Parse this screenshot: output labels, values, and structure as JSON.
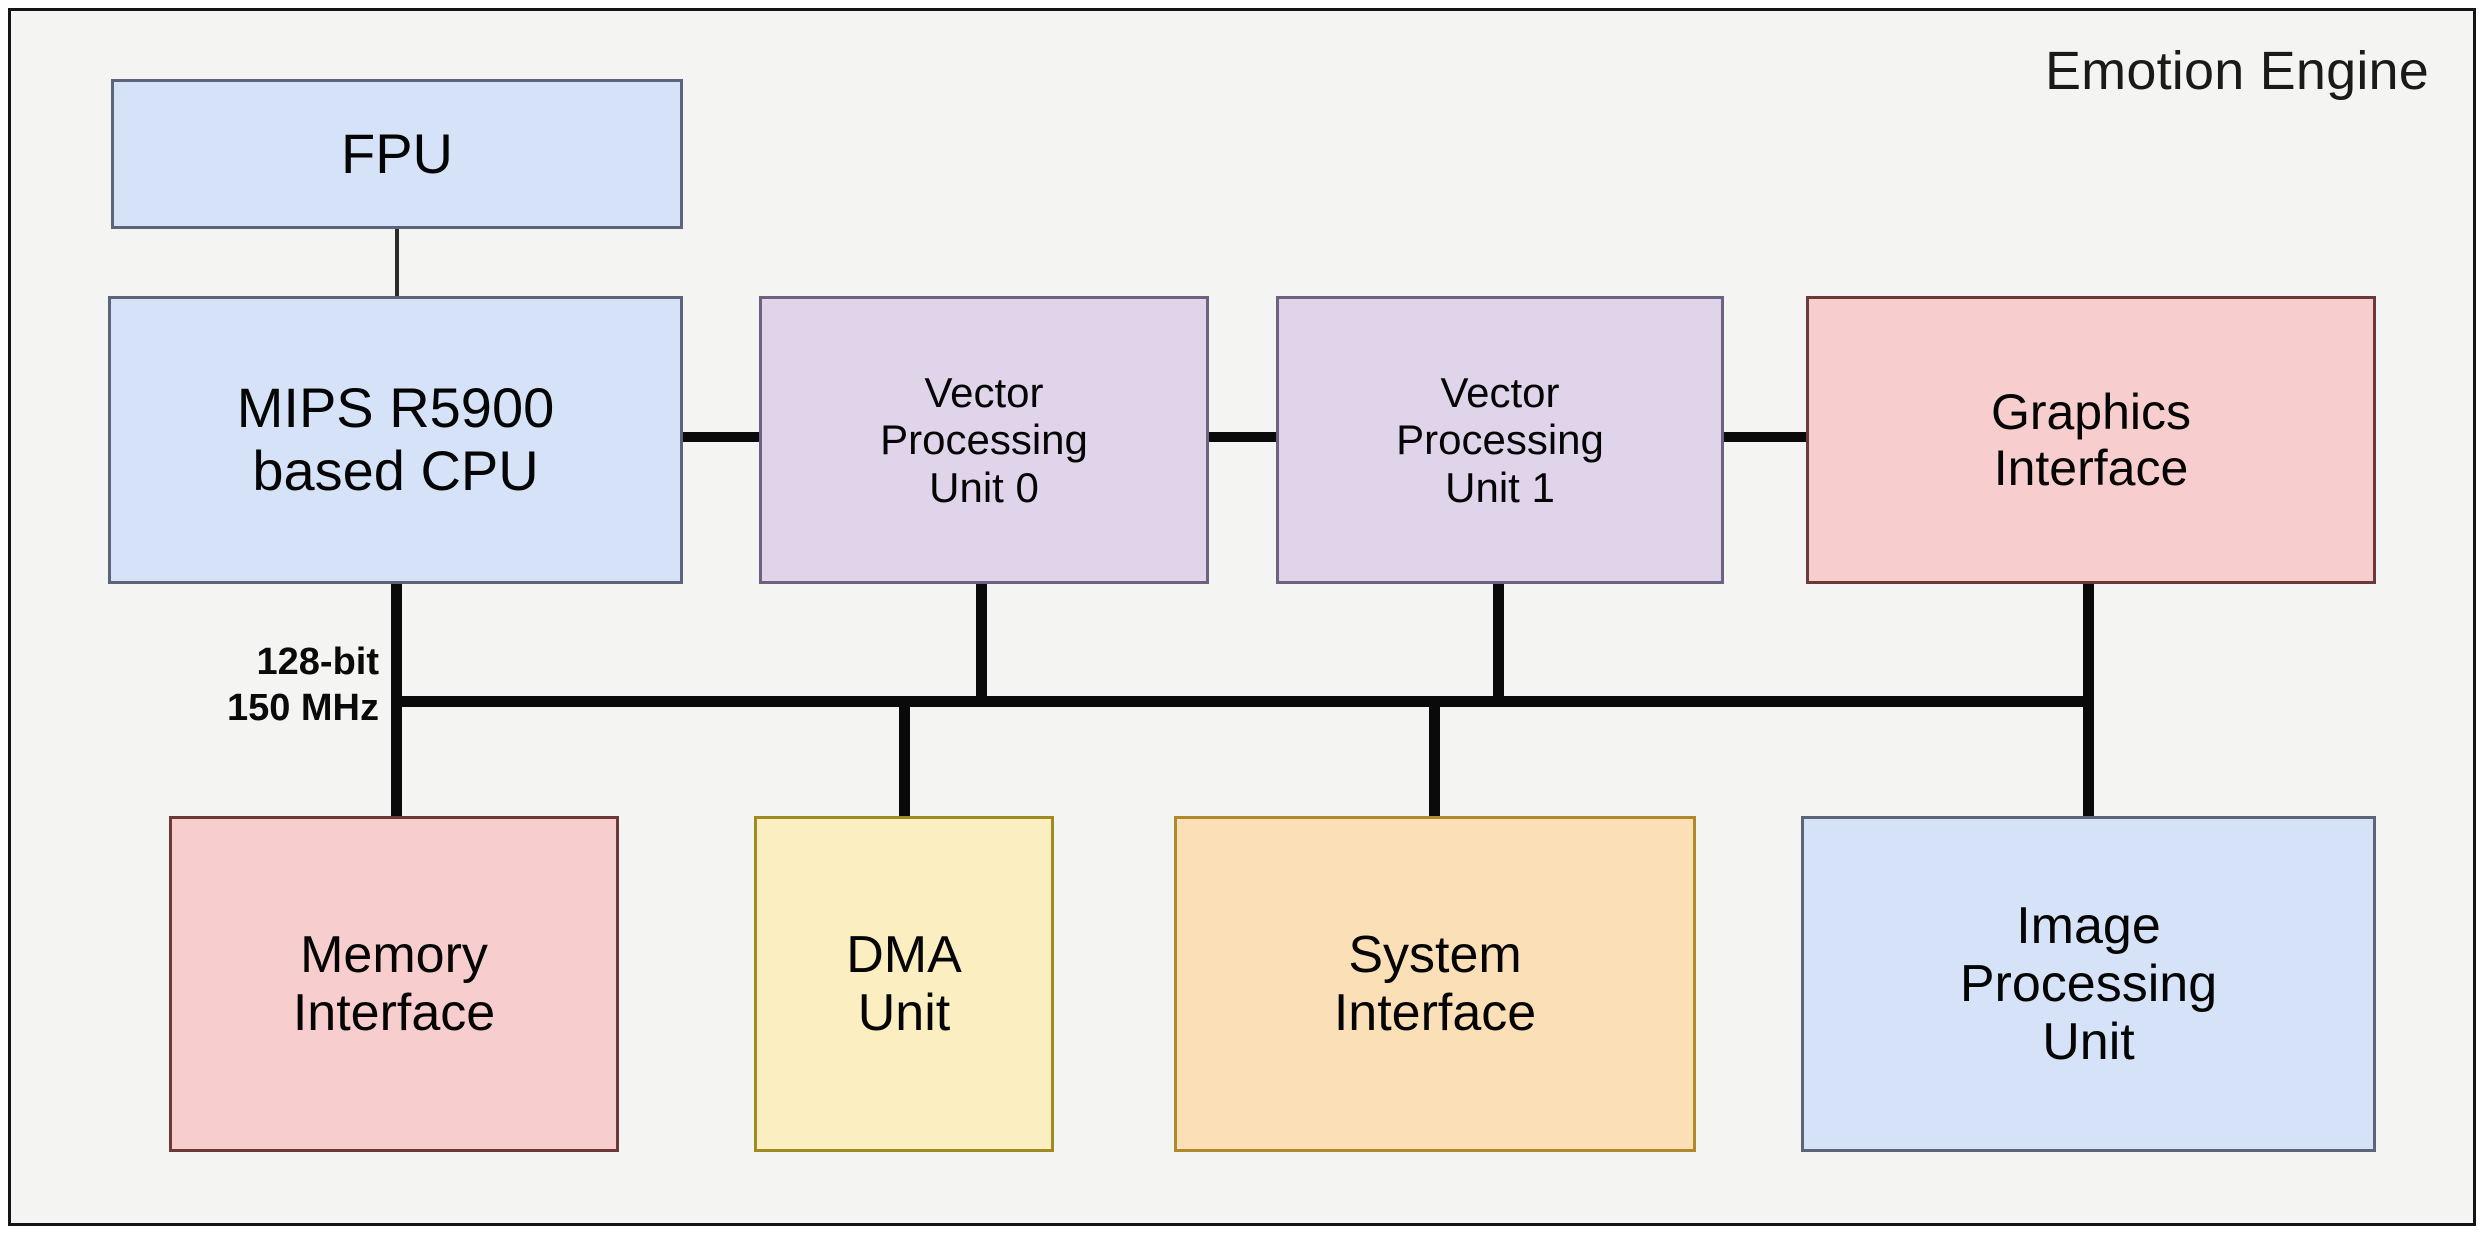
{
  "diagram": {
    "title": "Emotion Engine",
    "background_color": "#f4f4f2",
    "frame_color": "#141414",
    "wire_color": "#0a0a0a"
  },
  "bus": {
    "width_label": "128-bit",
    "clock_label": "150 MHz"
  },
  "blocks": {
    "fpu": {
      "label": "FPU",
      "fill": "#d6e2f7",
      "stroke": "#5b6478"
    },
    "cpu": {
      "label": "MIPS R5900\nbased CPU",
      "fill": "#d6e2f7",
      "stroke": "#5b6478"
    },
    "vpu0": {
      "label": "Vector\nProcessing\nUnit 0",
      "fill": "#e0d4ea",
      "stroke": "#6d6080"
    },
    "vpu1": {
      "label": "Vector\nProcessing\nUnit 1",
      "fill": "#e0d4ea",
      "stroke": "#6d6080"
    },
    "graphics_interface": {
      "label": "Graphics\nInterface",
      "fill": "#f8cdcd",
      "stroke": "#6b3a38"
    },
    "memory_interface": {
      "label": "Memory\nInterface",
      "fill": "#f8cdcd",
      "stroke": "#6b3a38"
    },
    "dma_unit": {
      "label": "DMA\nUnit",
      "fill": "#fbefc2",
      "stroke": "#a08a22"
    },
    "system_interface": {
      "label": "System\nInterface",
      "fill": "#fbdfb7",
      "stroke": "#b08a2a"
    },
    "ipu": {
      "label": "Image\nProcessing\nUnit",
      "fill": "#d6e2f7",
      "stroke": "#5b6478"
    }
  }
}
